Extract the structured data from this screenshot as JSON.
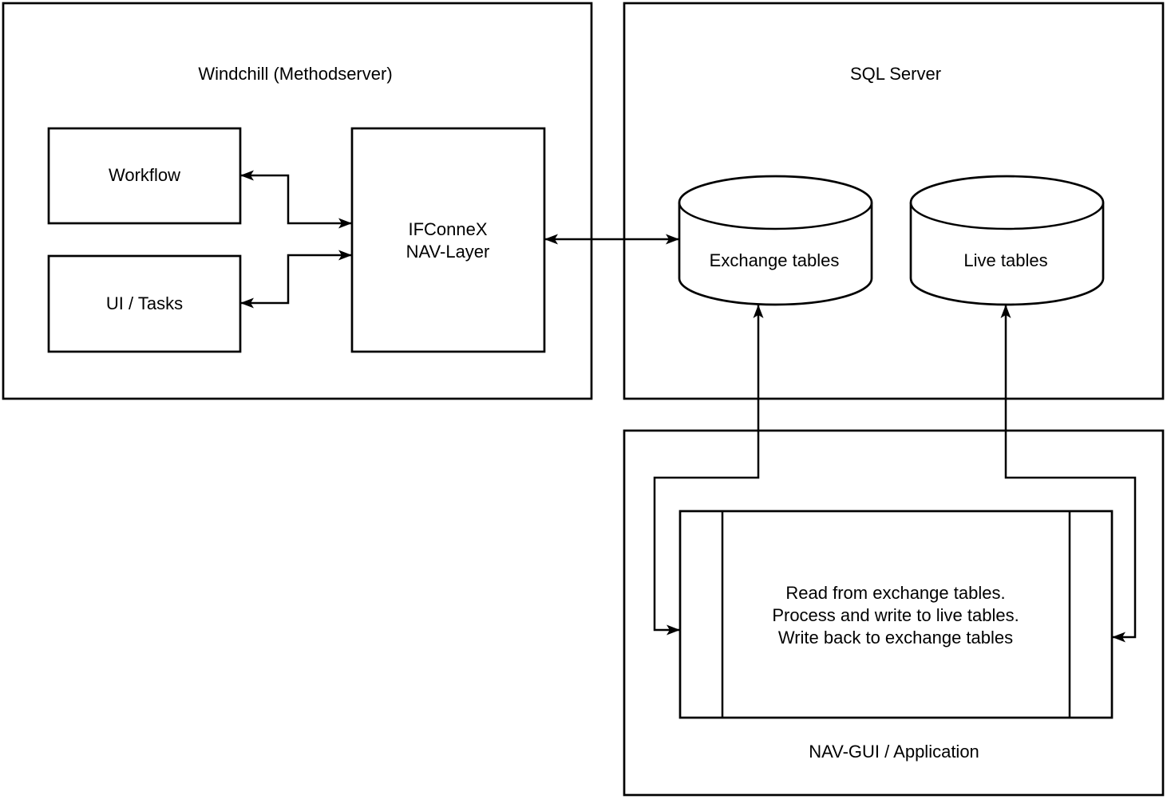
{
  "canvas": {
    "background": "#ffffff",
    "stroke_color": "#000000"
  },
  "windchill": {
    "title": "Windchill (Methodserver)",
    "workflow_label": "Workflow",
    "ui_tasks_label": "UI / Tasks",
    "ifconnex_line1": "IFConneX",
    "ifconnex_line2": "NAV-Layer"
  },
  "sql_server": {
    "title": "SQL Server",
    "exchange_label": "Exchange tables",
    "live_label": "Live tables"
  },
  "nav_gui": {
    "title": "NAV-GUI / Application",
    "process_line1": "Read from exchange tables.",
    "process_line2": "Process and write to live tables.",
    "process_line3": "Write back to exchange tables"
  }
}
